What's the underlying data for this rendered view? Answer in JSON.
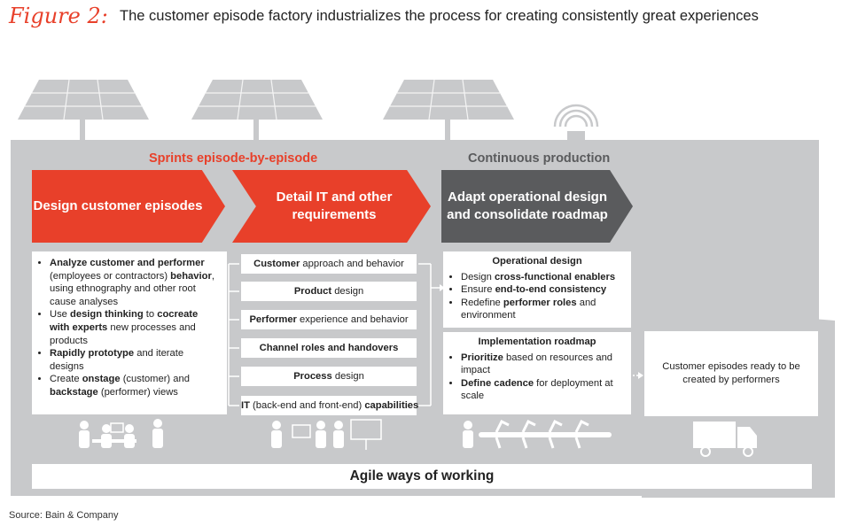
{
  "header": {
    "figure_label": "Figure 2:",
    "title": "The customer episode factory industrializes the process for creating consistently great experiences"
  },
  "stages": {
    "sprints_label": "Sprints episode-by-episode",
    "continuous_label": "Continuous production"
  },
  "chevrons": [
    {
      "label": "Design customer episodes"
    },
    {
      "label": "Detail IT and other requirements"
    },
    {
      "label": "Adapt operational design and consolidate roadmap"
    }
  ],
  "design_panel": {
    "items": [
      [
        {
          "b": "Analyze customer and performer"
        },
        {
          "t": " (employees or contractors) "
        },
        {
          "b": "behavior"
        },
        {
          "t": ", using ethnography and other root cause analyses"
        }
      ],
      [
        {
          "t": "Use "
        },
        {
          "b": "design thinking"
        },
        {
          "t": " to "
        },
        {
          "b": "cocreate with experts"
        },
        {
          "t": " new processes and products"
        }
      ],
      [
        {
          "b": "Rapidly prototype"
        },
        {
          "t": " and iterate designs"
        }
      ],
      [
        {
          "t": "Create "
        },
        {
          "b": "onstage"
        },
        {
          "t": " (customer) and "
        },
        {
          "b": "backstage"
        },
        {
          "t": " (performer) views"
        }
      ]
    ]
  },
  "requirements": [
    {
      "b": "Customer",
      "t": " approach and behavior"
    },
    {
      "b": "Product",
      "t": " design"
    },
    {
      "b": "Performer",
      "t": " experience and behavior"
    },
    {
      "b": "Channel roles and handovers",
      "t": ""
    },
    {
      "b": "Process",
      "t": " design"
    },
    {
      "b": "IT",
      "t": " (back-end and front-end) ",
      "b2": "capabilities"
    }
  ],
  "operational": {
    "heading": "Operational design",
    "items": [
      [
        {
          "t": "Design "
        },
        {
          "b": "cross-functional enablers"
        }
      ],
      [
        {
          "t": "Ensure "
        },
        {
          "b": "end-to-end consistency"
        }
      ],
      [
        {
          "t": "Redefine "
        },
        {
          "b": "performer roles"
        },
        {
          "t": " and environment"
        }
      ]
    ]
  },
  "roadmap": {
    "heading": "Implementation roadmap",
    "items": [
      [
        {
          "b": "Prioritize"
        },
        {
          "t": " based on resources and impact"
        }
      ],
      [
        {
          "b": "Define cadence"
        },
        {
          "t": " for deployment at scale"
        }
      ]
    ]
  },
  "output_box": "Customer episodes ready to be created by performers",
  "agile_bar": "Agile ways of working",
  "source": "Source: Bain & Company",
  "colors": {
    "accent": "#e8402a",
    "factory": "#c8c9cb",
    "dark": "#5a5b5d",
    "icon": "#a7a8aa"
  },
  "icons": [
    "solar-panel-icon",
    "antenna-icon",
    "tree-icon",
    "team-meeting-icon",
    "presentation-icon",
    "assembly-line-icon",
    "delivery-truck-icon"
  ]
}
